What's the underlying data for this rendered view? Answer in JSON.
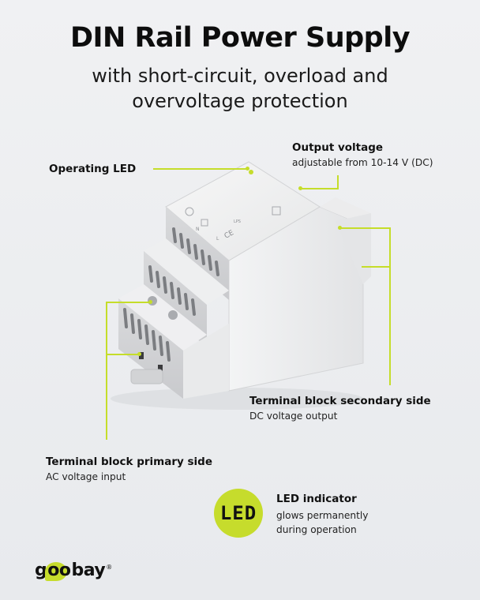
{
  "header": {
    "title": "DIN Rail Power Supply",
    "subtitle_line1": "with short-circuit, overload and",
    "subtitle_line2": "overvoltage protection"
  },
  "callouts": {
    "operating_led": {
      "title": "Operating LED"
    },
    "output_voltage": {
      "title": "Output voltage",
      "detail": "adjustable from 10-14 V (DC)"
    },
    "secondary_side": {
      "title": "Terminal block secondary side",
      "detail": "DC voltage output"
    },
    "primary_side": {
      "title": "Terminal block primary side",
      "detail": "AC voltage input"
    },
    "led_indicator": {
      "badge": "LED",
      "title": "LED indicator",
      "detail_line1": "glows permanently",
      "detail_line2": "during operation"
    }
  },
  "product": {
    "label_marks": [
      "N",
      "L",
      "LPS",
      "CE"
    ]
  },
  "brand": {
    "logo_prefix": "g",
    "logo_oo": "oo",
    "logo_suffix": "bay",
    "registered": "®"
  },
  "colors": {
    "accent": "#c6dc2c",
    "background": "#eceef1",
    "text": "#111111"
  }
}
